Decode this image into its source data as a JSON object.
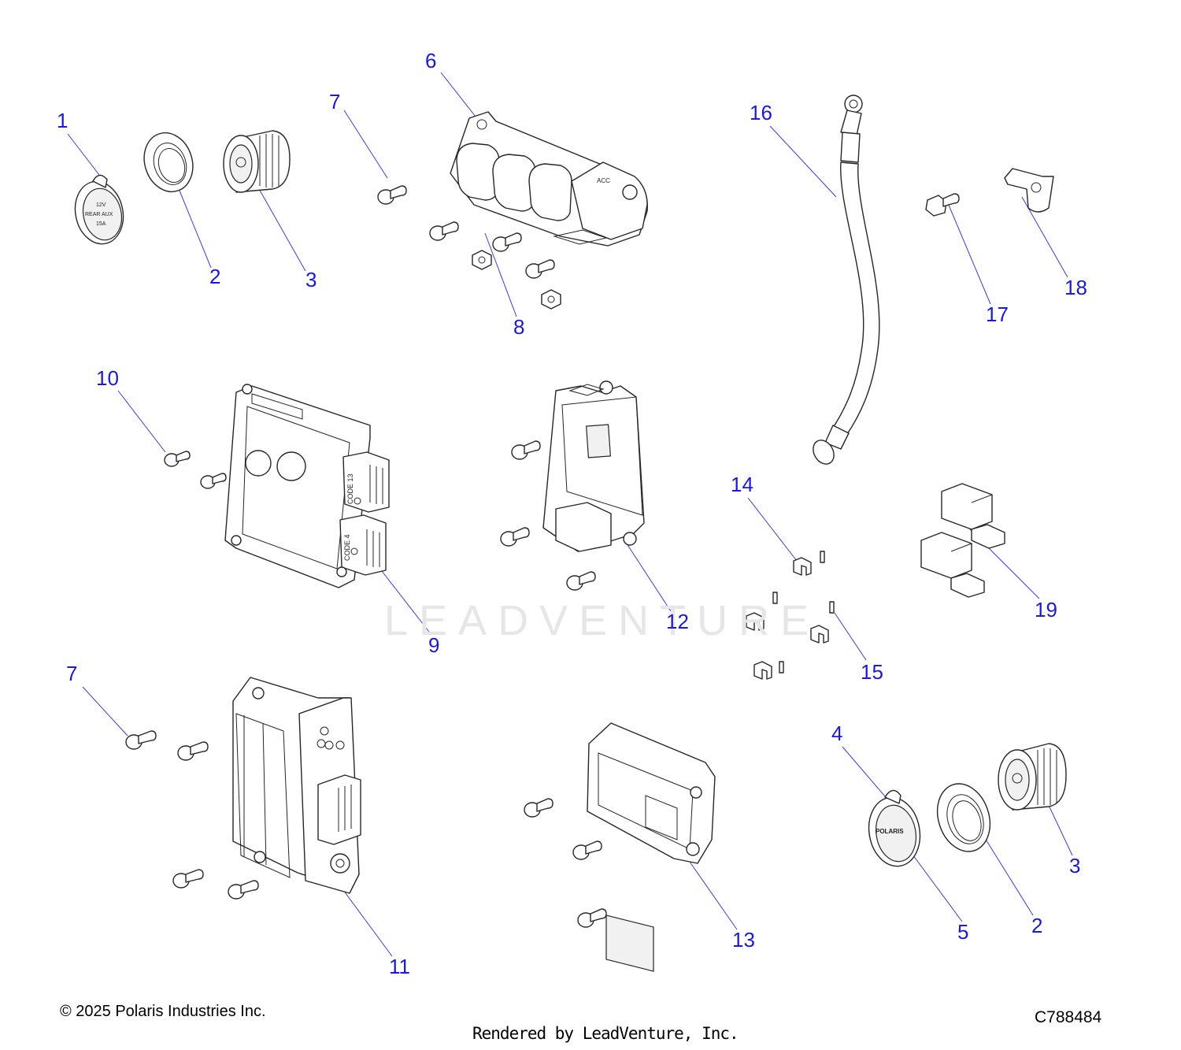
{
  "callouts": [
    {
      "label": "1"
    },
    {
      "label": "2"
    },
    {
      "label": "3"
    },
    {
      "label": "7"
    },
    {
      "label": "6"
    },
    {
      "label": "8"
    },
    {
      "label": "16"
    },
    {
      "label": "17"
    },
    {
      "label": "18"
    },
    {
      "label": "10"
    },
    {
      "label": "9"
    },
    {
      "label": "12"
    },
    {
      "label": "14"
    },
    {
      "label": "15"
    },
    {
      "label": "19"
    },
    {
      "label": "7"
    },
    {
      "label": "11"
    },
    {
      "label": "13"
    },
    {
      "label": "4"
    },
    {
      "label": "5"
    },
    {
      "label": "2"
    },
    {
      "label": "3"
    }
  ],
  "footer": {
    "copyright": "© 2025 Polaris Industries Inc.",
    "diagram_id": "C788484",
    "rendered_by": "Rendered by LeadVenture, Inc."
  },
  "watermark": "LEADVENTURE",
  "part_text": {
    "outlet_1_line1": "12V",
    "outlet_1_line2": "REAR AUX",
    "outlet_1_line3": "15A",
    "ecu_code_13": "CODE 13",
    "ecu_code_4": "CODE 4",
    "outlet_5_brand": "POLARIS",
    "fuse_box_label": "ACC"
  },
  "colors": {
    "callout": "#1a1ad0",
    "leader": "#3a3ad8",
    "line_art": "#262626",
    "watermark": "#e6e6e6"
  }
}
